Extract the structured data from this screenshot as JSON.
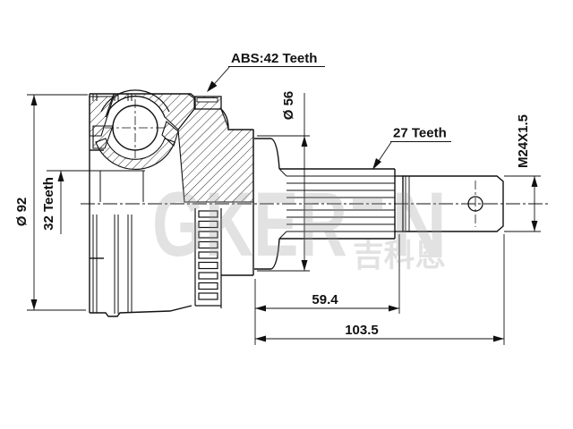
{
  "drawing": {
    "title_note": "CV joint outer race technical drawing",
    "labels": {
      "abs_ring": "ABS:42 Teeth",
      "inner_spline": "32 Teeth",
      "shaft_spline": "27 Teeth",
      "outer_diameter": "Ø 92",
      "boot_seat_diameter": "Ø 56",
      "thread": "M24X1.5",
      "spline_length": "59.4",
      "total_length": "103.5"
    },
    "watermark": {
      "brand": "GKER",
      "brand_suffix": "N",
      "cjk": "吉科恩"
    },
    "colors": {
      "line": "#111111",
      "watermark": "#9a9a9a",
      "background": "#ffffff"
    }
  }
}
